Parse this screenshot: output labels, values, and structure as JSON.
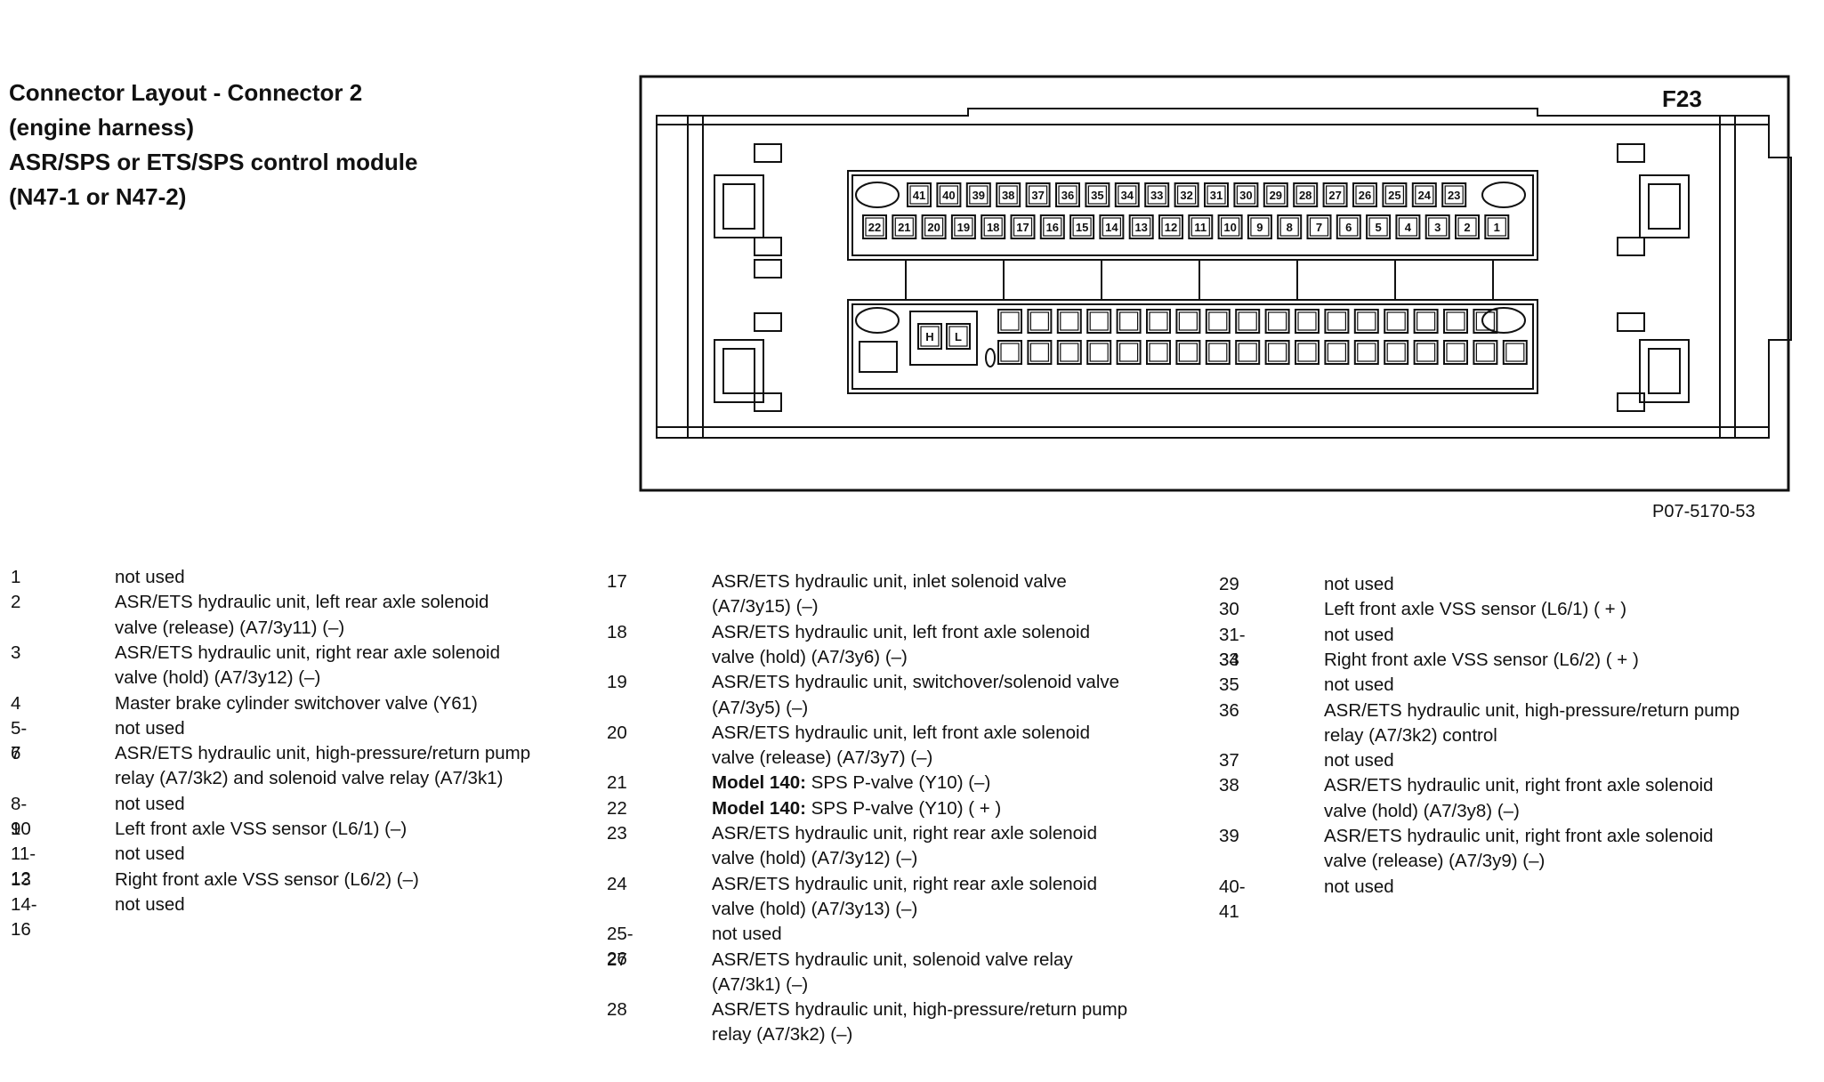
{
  "title_lines": [
    "Connector Layout - Connector 2",
    "(engine harness)",
    "ASR/SPS or ETS/SPS control module",
    "(N47-1 or N47-2)"
  ],
  "diagram": {
    "connector_label": "F23",
    "figure_code": "P07-5170-53",
    "top_row_pins": [
      "41",
      "40",
      "39",
      "38",
      "37",
      "36",
      "35",
      "34",
      "33",
      "32",
      "31",
      "30",
      "29",
      "28",
      "27",
      "26",
      "25",
      "24",
      "23"
    ],
    "bottom_row_pins": [
      "22",
      "21",
      "20",
      "19",
      "18",
      "17",
      "16",
      "15",
      "14",
      "13",
      "12",
      "11",
      "10",
      "9",
      "8",
      "7",
      "6",
      "5",
      "4",
      "3",
      "2",
      "1"
    ],
    "key_labels": [
      "H",
      "L"
    ]
  },
  "pin_table": {
    "col1": [
      {
        "pin": "1",
        "lines": [
          "not used"
        ]
      },
      {
        "pin": "2",
        "lines": [
          "ASR/ETS hydraulic unit, left rear axle solenoid",
          "valve (release)  (A7/3y11)  (–)"
        ]
      },
      {
        "pin": "3",
        "lines": [
          "ASR/ETS hydraulic unit, right rear axle solenoid",
          "valve (hold)  (A7/3y12)  (–)"
        ]
      },
      {
        "pin": "4",
        "lines": [
          "Master brake cylinder switchover valve (Y61)"
        ]
      },
      {
        "pin": "5-6",
        "lines": [
          "not used"
        ]
      },
      {
        "pin": "7",
        "lines": [
          "ASR/ETS hydraulic unit, high-pressure/return pump",
          "relay (A7/3k2) and solenoid valve relay (A7/3k1)"
        ]
      },
      {
        "pin": "8-9",
        "lines": [
          "not used"
        ]
      },
      {
        "pin": "10",
        "lines": [
          "Left front axle VSS sensor (L6/1)  (–)"
        ]
      },
      {
        "pin": "11-12",
        "lines": [
          "not used"
        ]
      },
      {
        "pin": "13",
        "lines": [
          "Right front axle VSS sensor (L6/2)  (–)"
        ]
      },
      {
        "pin": "14-16",
        "lines": [
          "not used"
        ]
      }
    ],
    "col2": [
      {
        "pin": "17",
        "lines": [
          "ASR/ETS hydraulic unit, inlet solenoid valve",
          "(A7/3y15)  (–)"
        ]
      },
      {
        "pin": "18",
        "lines": [
          "ASR/ETS hydraulic unit, left front axle solenoid",
          "valve (hold)  (A7/3y6)  (–)"
        ]
      },
      {
        "pin": "19",
        "lines": [
          "ASR/ETS hydraulic unit, switchover/solenoid valve",
          "(A7/3y5)  (–)"
        ]
      },
      {
        "pin": "20",
        "lines": [
          "ASR/ETS hydraulic unit, left front axle solenoid",
          "valve (release)  (A7/3y7)  (–)"
        ]
      },
      {
        "pin": "21",
        "bold": "Model 140:",
        "lines": [
          "SPS P-valve (Y10)  (–)"
        ]
      },
      {
        "pin": "22",
        "bold": "Model 140:",
        "lines": [
          "SPS P-valve (Y10)  ( + )"
        ]
      },
      {
        "pin": "23",
        "lines": [
          "ASR/ETS hydraulic unit, right rear axle solenoid",
          "valve (hold)  (A7/3y12)  (–)"
        ]
      },
      {
        "pin": "24",
        "lines": [
          "ASR/ETS hydraulic unit, right rear axle solenoid",
          "valve (hold)  (A7/3y13)  (–)"
        ]
      },
      {
        "pin": "25-26",
        "lines": [
          "not used"
        ]
      },
      {
        "pin": "27",
        "lines": [
          "ASR/ETS hydraulic unit, solenoid valve relay",
          "(A7/3k1)  (–)"
        ]
      },
      {
        "pin": "28",
        "lines": [
          "ASR/ETS hydraulic unit, high-pressure/return pump",
          "relay (A7/3k2)  (–)"
        ]
      }
    ],
    "col3": [
      {
        "pin": "29",
        "lines": [
          "not used"
        ]
      },
      {
        "pin": "30",
        "lines": [
          "Left front axle VSS sensor (L6/1)  ( + )"
        ]
      },
      {
        "pin": "31-33",
        "lines": [
          "not used"
        ]
      },
      {
        "pin": "34",
        "lines": [
          "Right front axle VSS sensor (L6/2)  ( + )"
        ]
      },
      {
        "pin": "35",
        "lines": [
          "not used"
        ]
      },
      {
        "pin": "36",
        "lines": [
          "ASR/ETS hydraulic unit, high-pressure/return pump",
          "relay (A7/3k2) control"
        ]
      },
      {
        "pin": "37",
        "lines": [
          "not used"
        ]
      },
      {
        "pin": "38",
        "lines": [
          "ASR/ETS hydraulic unit, right front axle solenoid",
          "valve (hold)  (A7/3y8)  (–)"
        ]
      },
      {
        "pin": "39",
        "lines": [
          "ASR/ETS hydraulic unit, right front axle solenoid",
          "valve (release)  (A7/3y9)  (–)"
        ]
      },
      {
        "pin": "40-41",
        "lines": [
          "not used"
        ]
      }
    ]
  }
}
